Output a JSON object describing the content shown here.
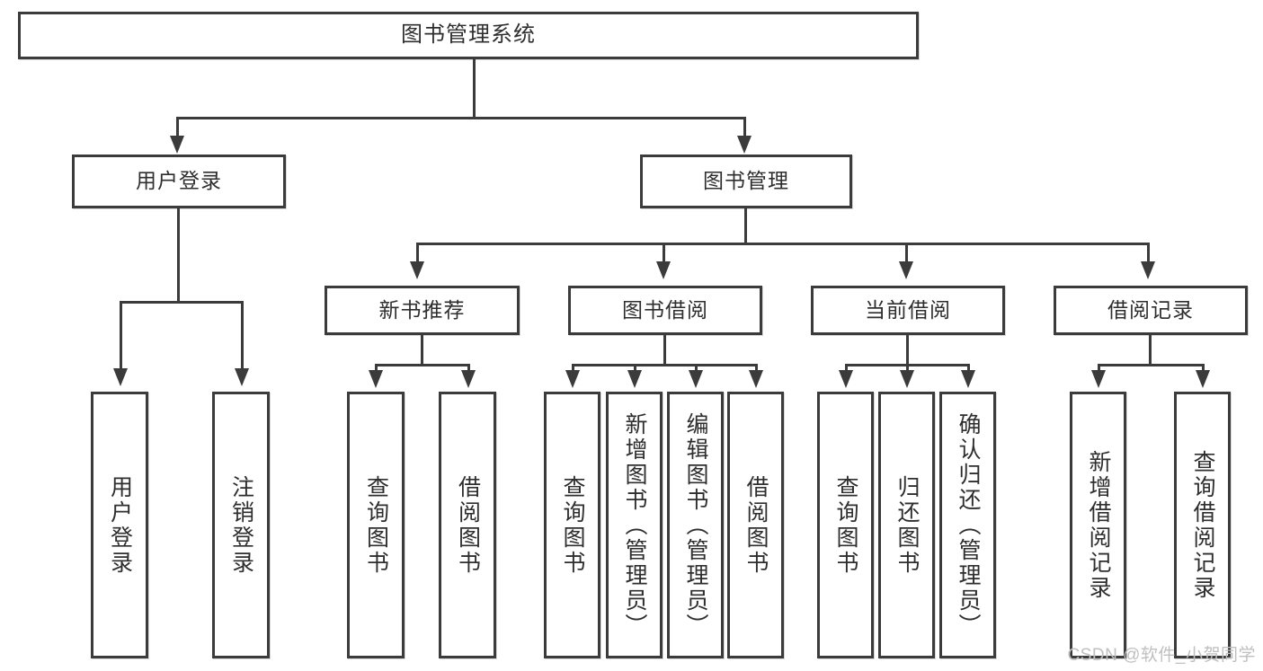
{
  "diagram": {
    "type": "tree",
    "title": "图书管理系统",
    "watermark": "CSDN @软件_小贺同学",
    "colors": {
      "border": "#3b3b3b",
      "background": "#ffffff",
      "text": "#2e2e2e",
      "watermark": "#bfbfbf"
    },
    "levels": {
      "root": {
        "label": "图书管理系统"
      },
      "level1": [
        {
          "label": "用户登录"
        },
        {
          "label": "图书管理"
        }
      ],
      "level2": [
        {
          "label": "新书推荐"
        },
        {
          "label": "图书借阅"
        },
        {
          "label": "当前借阅"
        },
        {
          "label": "借阅记录"
        }
      ],
      "leaves": {
        "user_login": [
          {
            "label": "用户登录"
          },
          {
            "label": "注销登录"
          }
        ],
        "new_book": [
          {
            "label": "查询图书"
          },
          {
            "label": "借阅图书"
          }
        ],
        "borrow_book": [
          {
            "label": "查询图书"
          },
          {
            "label": "新增图书（管理员）"
          },
          {
            "label": "编辑图书（管理员）"
          },
          {
            "label": "借阅图书"
          }
        ],
        "current_borrow": [
          {
            "label": "查询图书"
          },
          {
            "label": "归还图书"
          },
          {
            "label": "确认归还（管理员）"
          }
        ],
        "borrow_record": [
          {
            "label": "新增借阅记录"
          },
          {
            "label": "查询借阅记录"
          }
        ]
      }
    }
  }
}
